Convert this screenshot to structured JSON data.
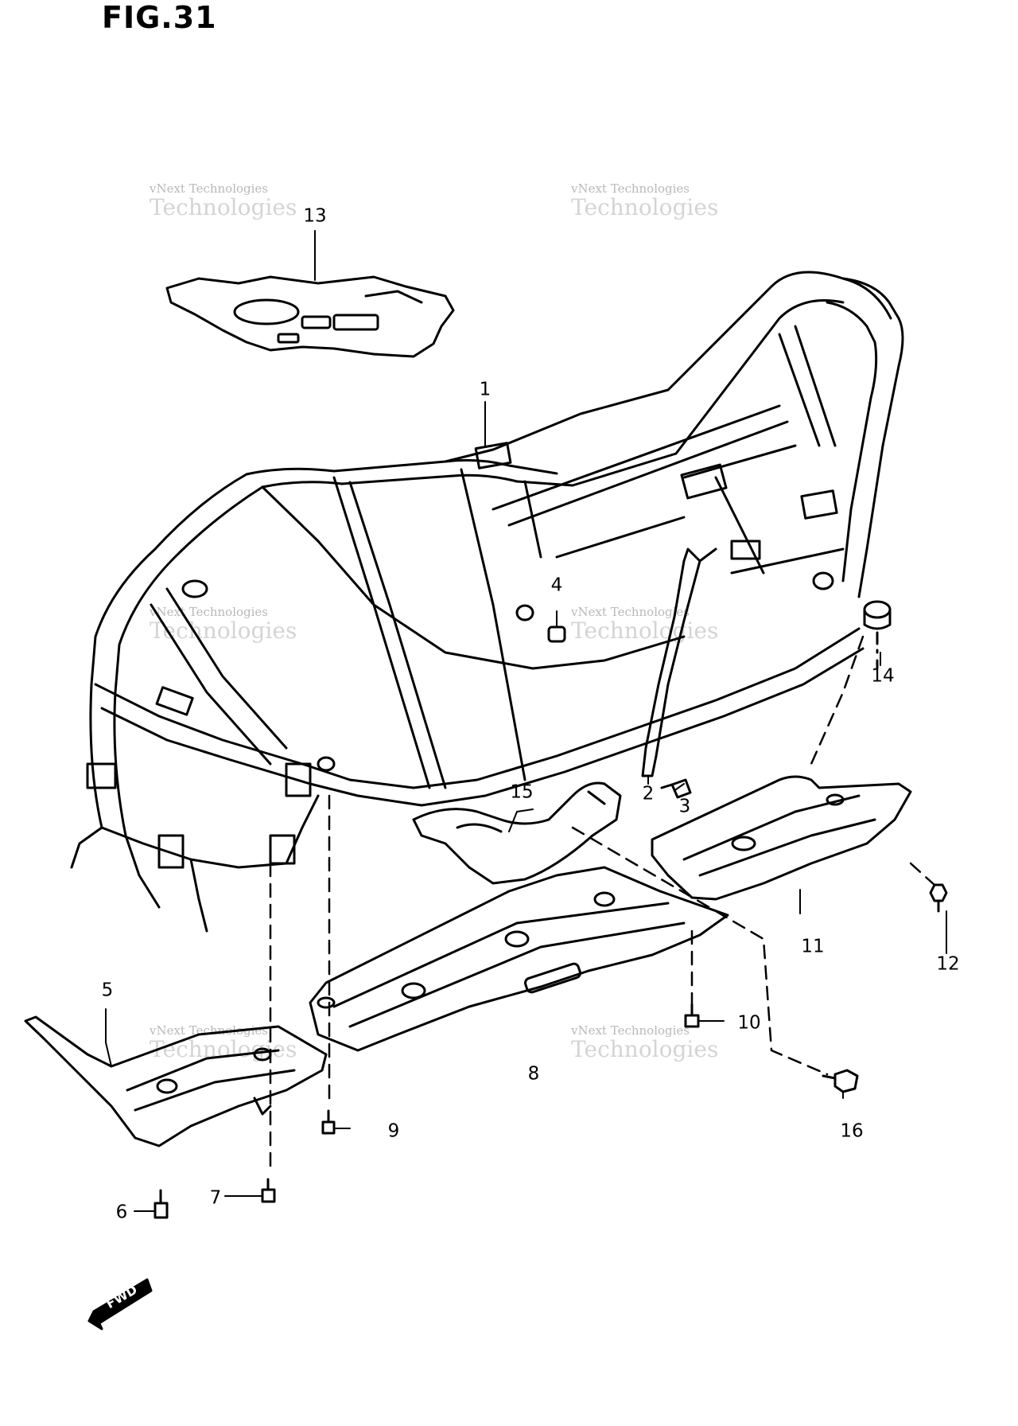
{
  "title": "FIG.31",
  "fwd_label": "FWD",
  "watermark": {
    "small": "vNext Technologies",
    "large": "Technologies"
  },
  "callouts": [
    {
      "id": "1",
      "label": "1"
    },
    {
      "id": "2",
      "label": "2"
    },
    {
      "id": "3",
      "label": "3"
    },
    {
      "id": "4",
      "label": "4"
    },
    {
      "id": "5",
      "label": "5"
    },
    {
      "id": "6",
      "label": "6"
    },
    {
      "id": "7",
      "label": "7"
    },
    {
      "id": "8",
      "label": "8"
    },
    {
      "id": "9",
      "label": "9"
    },
    {
      "id": "10",
      "label": "10"
    },
    {
      "id": "11",
      "label": "11"
    },
    {
      "id": "12",
      "label": "12"
    },
    {
      "id": "13",
      "label": "13"
    },
    {
      "id": "14",
      "label": "14"
    },
    {
      "id": "15",
      "label": "15"
    },
    {
      "id": "16",
      "label": "16"
    }
  ],
  "colors": {
    "line": "#000000",
    "watermark": "#b9b9b9",
    "background": "#ffffff"
  }
}
